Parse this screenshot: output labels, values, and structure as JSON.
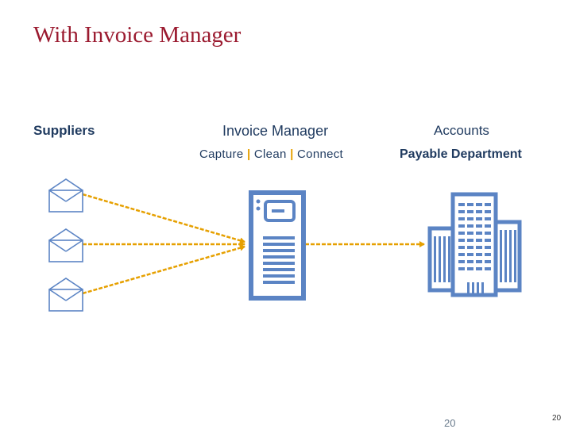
{
  "slide": {
    "title": "With Invoice Manager",
    "page_number_center": "20",
    "page_number_corner": "20"
  },
  "columns": {
    "suppliers": {
      "label": "Suppliers"
    },
    "invoice_manager": {
      "label": "Invoice Manager",
      "subtitle_parts": [
        "Capture",
        "Clean",
        "Connect"
      ],
      "separator": "|"
    },
    "accounts_payable": {
      "line1": "Accounts",
      "line2": "Payable Department"
    }
  },
  "icons": {
    "suppliers": [
      "envelope-icon",
      "envelope-icon",
      "envelope-icon"
    ],
    "processor": "invoice-document-icon",
    "destination": "office-buildings-icon"
  },
  "colors": {
    "title": "#9b1b30",
    "icon_stroke": "#5b84c4",
    "connector": "#e6a000",
    "label_text": "#1f3a5f"
  }
}
